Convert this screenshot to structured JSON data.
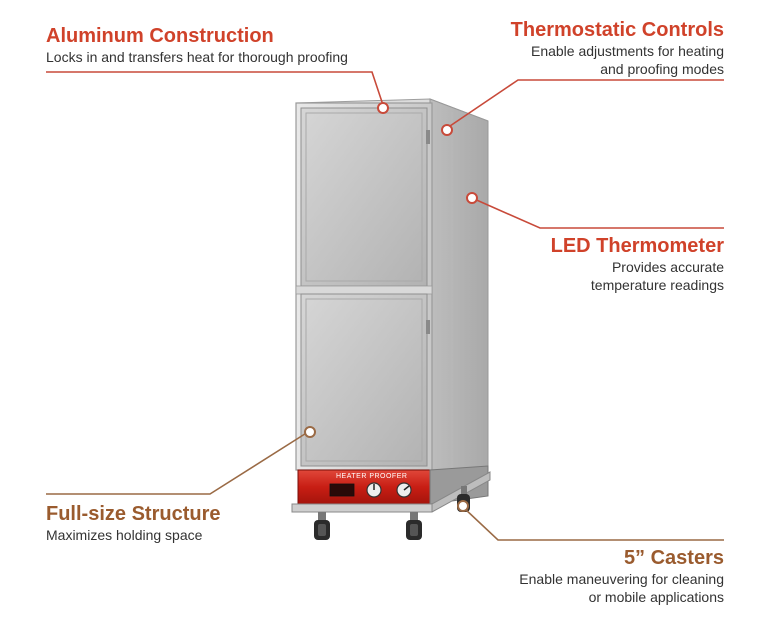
{
  "colors": {
    "accent_red": "#d0422a",
    "accent_brown": "#9a5b2e",
    "leader_red": "#c84a3a",
    "leader_brown": "#9a6a45",
    "text_dark": "#333333"
  },
  "callouts": {
    "aluminum": {
      "title": "Aluminum Construction",
      "desc": "Locks in and transfers heat for thorough proofing"
    },
    "thermostatic": {
      "title": "Thermostatic Controls",
      "desc_line1": "Enable adjustments for heating",
      "desc_line2": "and proofing modes"
    },
    "led": {
      "title": "LED Thermometer",
      "desc_line1": "Provides accurate",
      "desc_line2": "temperature readings"
    },
    "fullsize": {
      "title": "Full-size Structure",
      "desc": "Maximizes holding space"
    },
    "casters": {
      "title": "5” Casters",
      "desc_line1": "Enable maneuvering for cleaning",
      "desc_line2": "or mobile applications"
    }
  },
  "product": {
    "panel_label": "HEATER PROOFER",
    "icon": "heater-proofer-cabinet"
  }
}
